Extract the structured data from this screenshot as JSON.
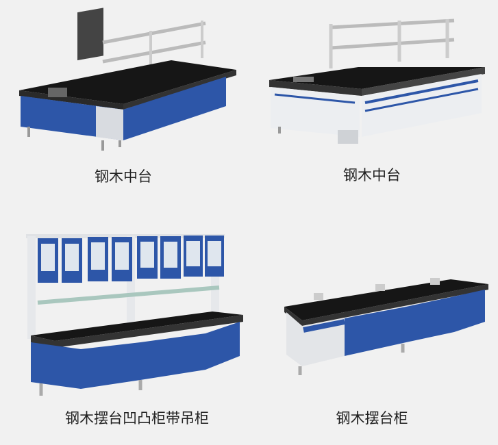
{
  "products": [
    {
      "caption": "钢木中台"
    },
    {
      "caption": "钢木中台"
    },
    {
      "caption": "钢木摆台凹凸柜带吊柜"
    },
    {
      "caption": "钢木摆台柜"
    }
  ],
  "colors": {
    "cabinet_blue": "#2d56a8",
    "worktop_black": "#151515",
    "frame_white": "#e9ebee",
    "background": "#f1f1f1"
  }
}
